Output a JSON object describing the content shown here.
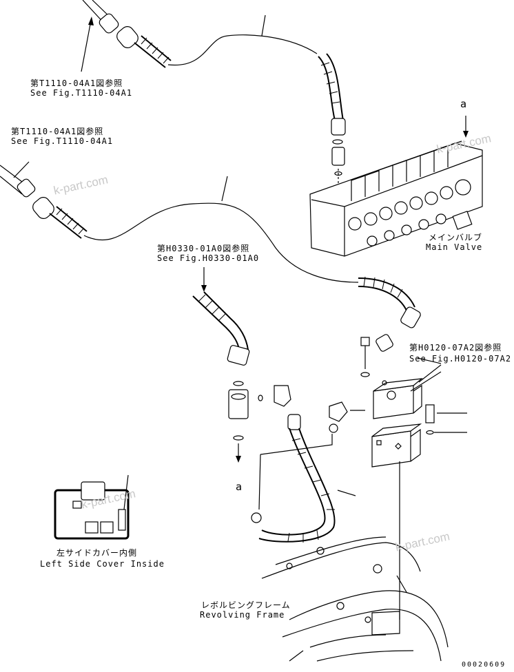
{
  "callouts": {
    "ref_top_jp": "第T1110-04A1図参照",
    "ref_top_en": "See Fig.T1110-04A1",
    "ref_left_jp": "第T1110-04A1図参照",
    "ref_left_en": "See Fig.T1110-04A1",
    "ref_mid_jp": "第H0330-01A0図参照",
    "ref_mid_en": "See Fig.H0330-01A0",
    "ref_right_jp": "第H0120-07A2図参照",
    "ref_right_en": "See Fig.H0120-07A2",
    "main_valve_jp": "メインバルブ",
    "main_valve_en": "Main Valve",
    "cover_jp": "左サイドカバー内側",
    "cover_en": "Left Side Cover Inside",
    "frame_jp": "レボルビングフレーム",
    "frame_en": "Revolving Frame",
    "mark_a_top": "a",
    "mark_a_bottom": "a"
  },
  "watermarks": [
    "k-part.com",
    "k-part.com",
    "k-part.com",
    "k-part.com"
  ],
  "drawing_code": "00020609"
}
